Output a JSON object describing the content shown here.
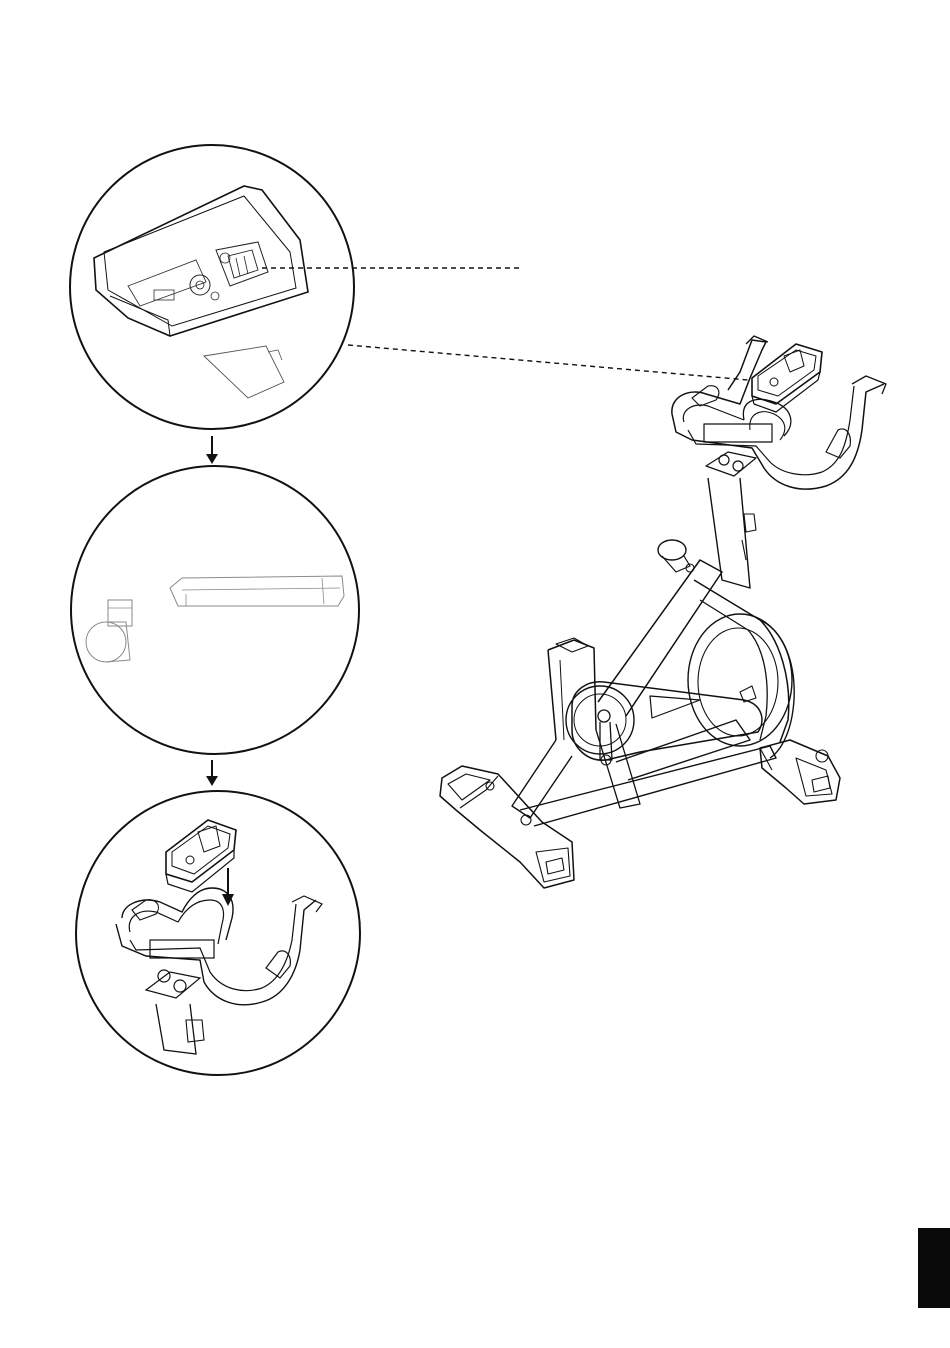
{
  "page": {
    "ink_color": "#111111",
    "background_color": "#ffffff",
    "light_line_color": "#8a8a8a",
    "tab_color": "#0a0a0a"
  },
  "illustration": {
    "detail_1": "console-mount-plate",
    "detail_2": "console-battery-and-bracket",
    "detail_3": "console-on-handlebar",
    "main": "exercise-bike"
  }
}
